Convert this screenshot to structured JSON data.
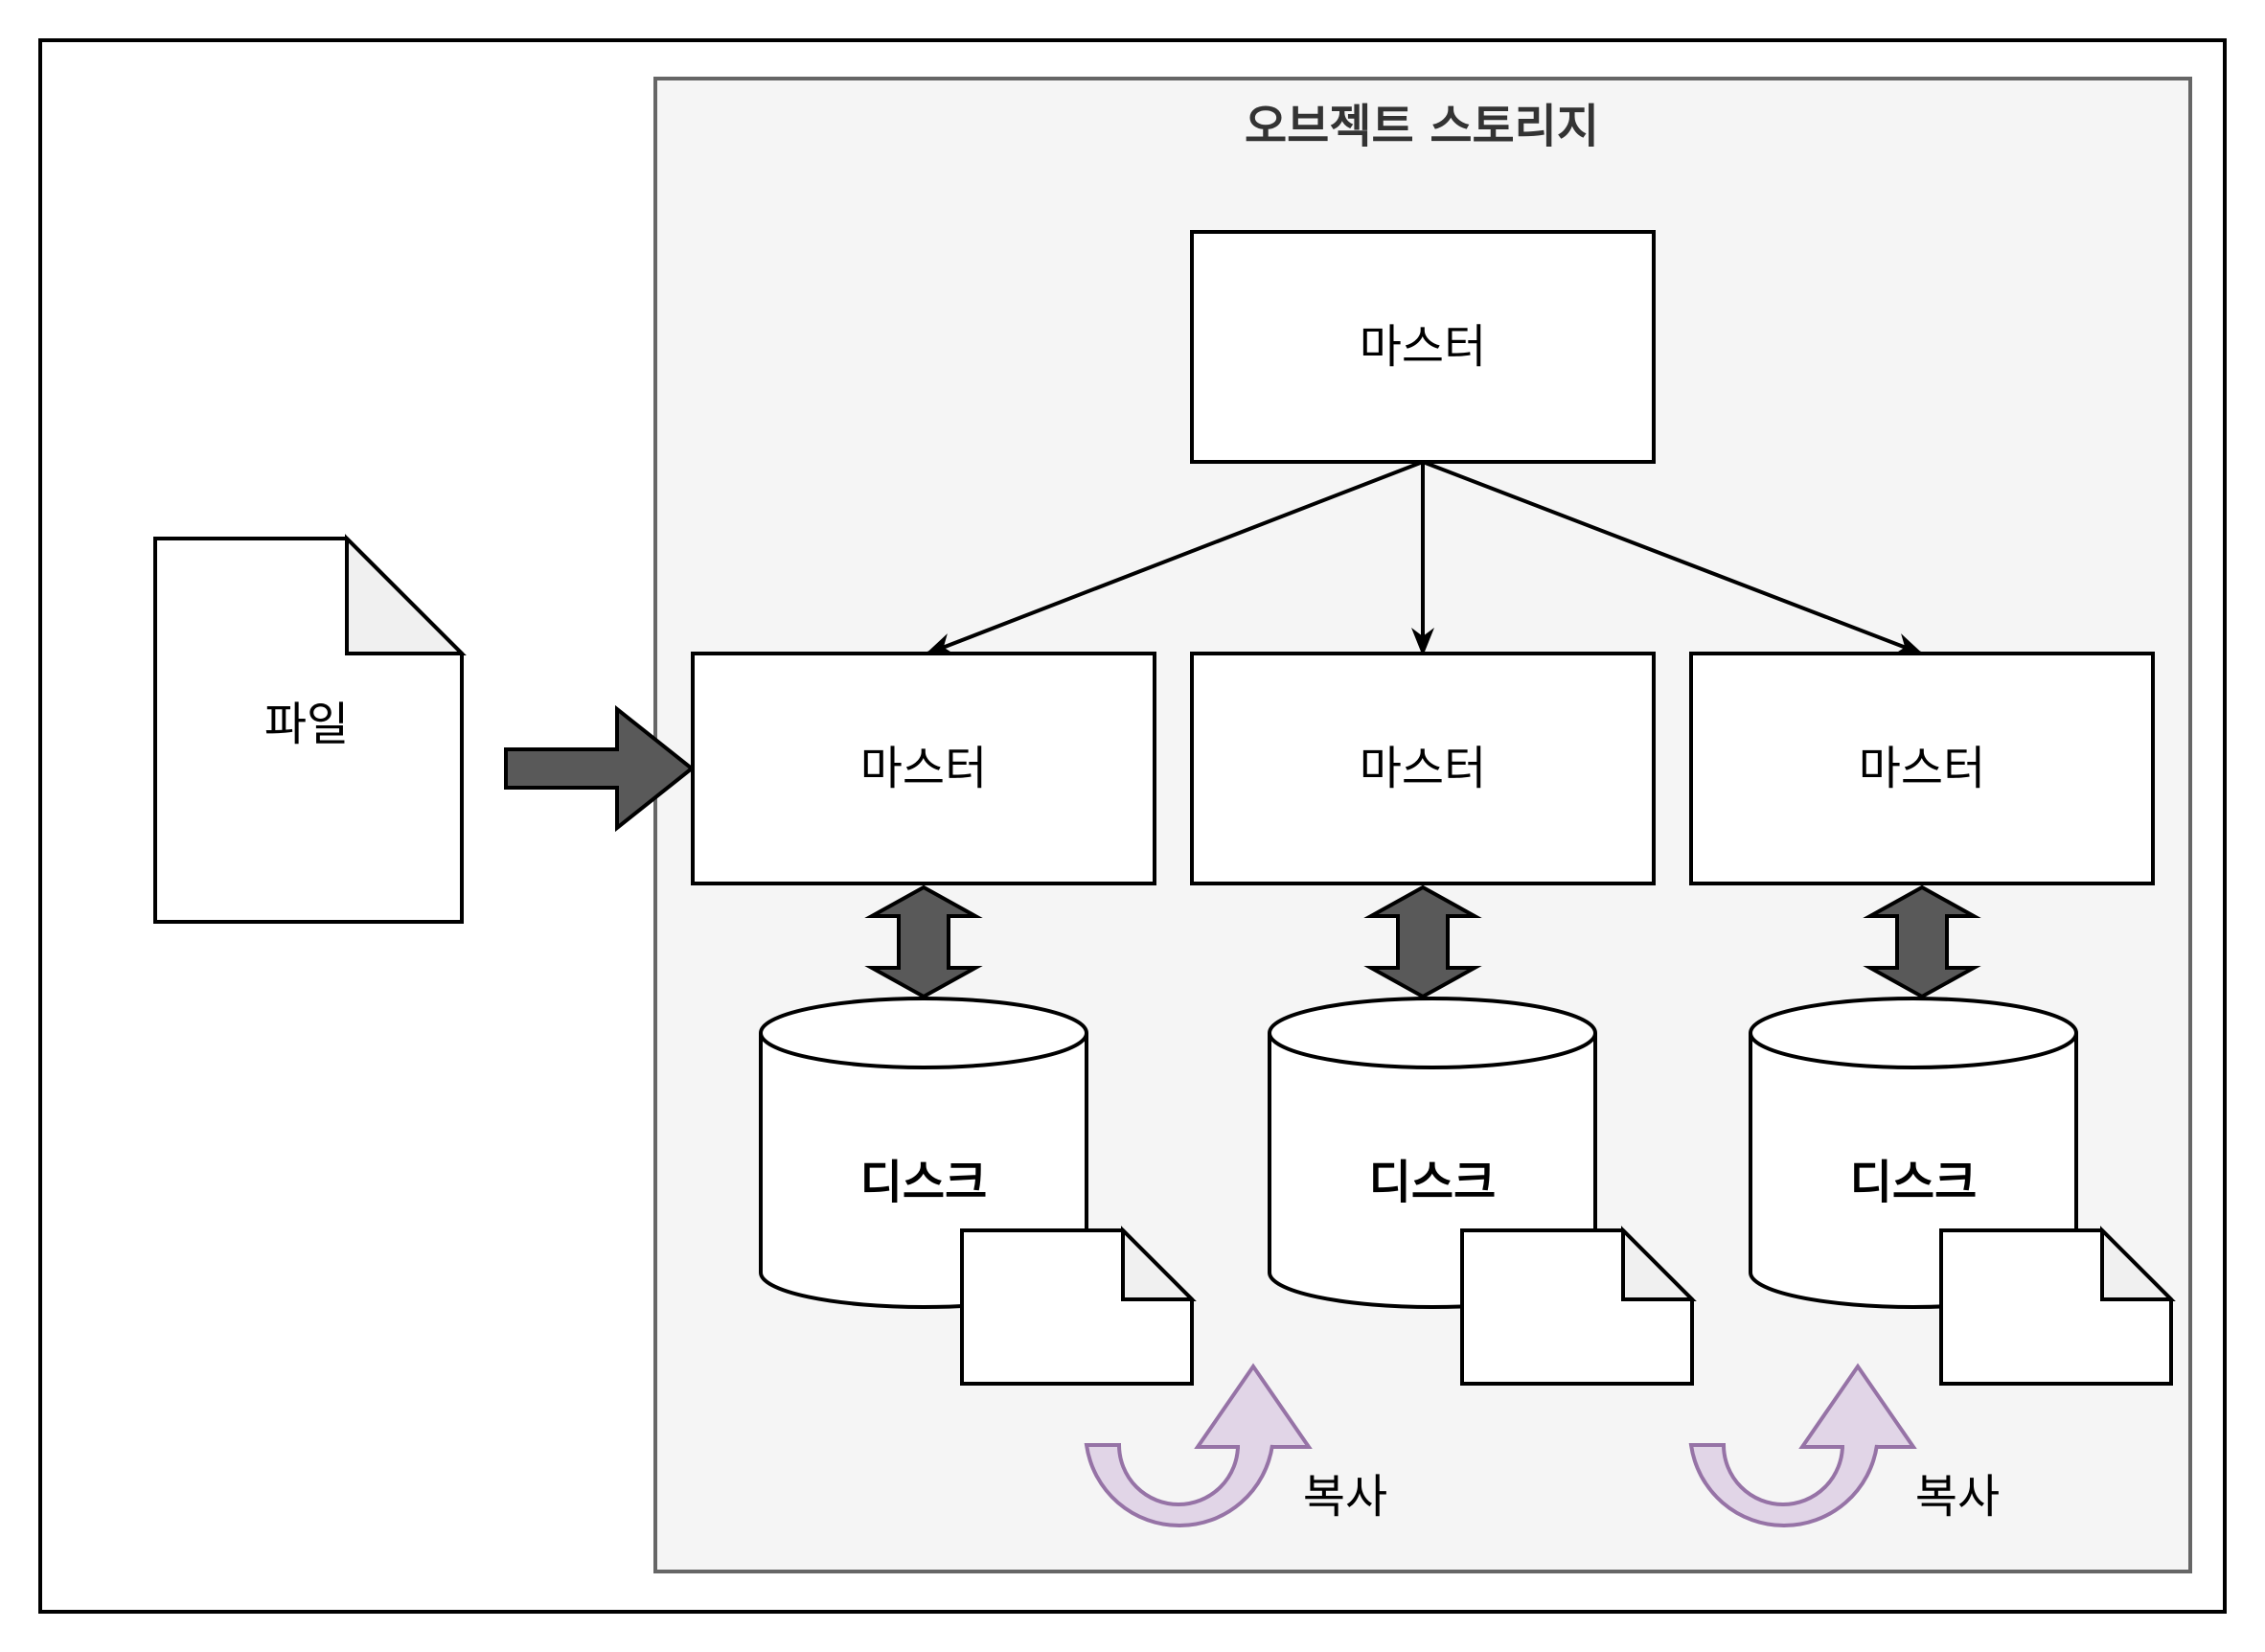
{
  "file": {
    "label": "파일"
  },
  "storage": {
    "title": "오브젝트 스토리지"
  },
  "top_master": {
    "label": "마스터"
  },
  "masters": [
    {
      "label": "마스터"
    },
    {
      "label": "마스터"
    },
    {
      "label": "마스터"
    }
  ],
  "disks": [
    {
      "label": "디스크"
    },
    {
      "label": "디스크"
    },
    {
      "label": "디스크"
    }
  ],
  "replications": [
    {
      "label": "복사"
    },
    {
      "label": "복사"
    }
  ],
  "colors": {
    "container_fill": "#f5f5f5",
    "container_stroke": "#666666",
    "arrow_fill": "#595959",
    "copy_fill": "#e1d5e7",
    "copy_stroke": "#9673a6"
  }
}
